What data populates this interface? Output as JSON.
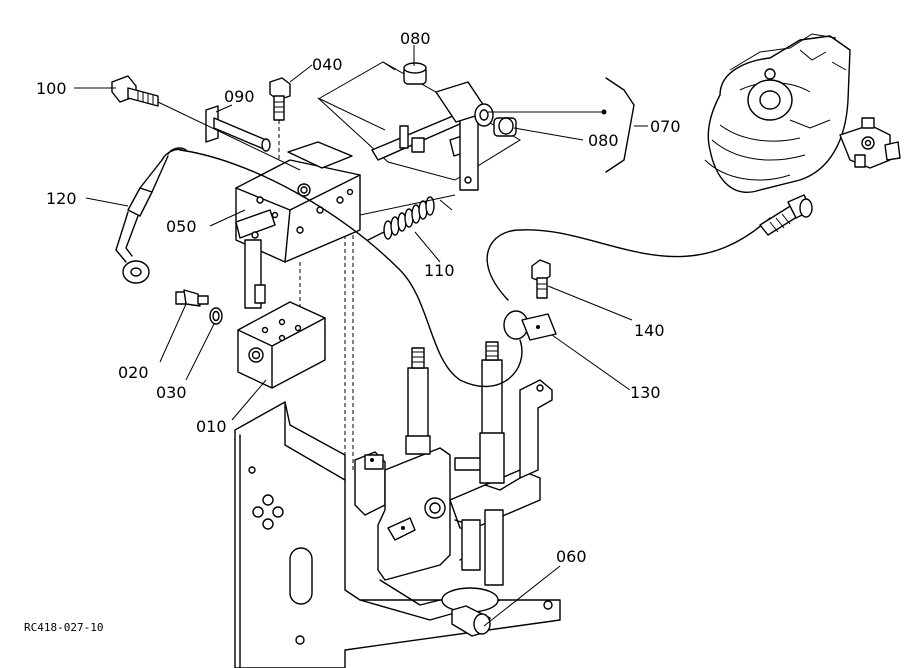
{
  "labels": {
    "p010": "010",
    "p020": "020",
    "p030": "030",
    "p040": "040",
    "p050": "050",
    "p060": "060",
    "p070": "070",
    "p080a": "080",
    "p080b": "080",
    "p090": "090",
    "p100": "100",
    "p110": "110",
    "p120": "120",
    "p130": "130",
    "p140": "140"
  },
  "reference": "RC418-027-10"
}
